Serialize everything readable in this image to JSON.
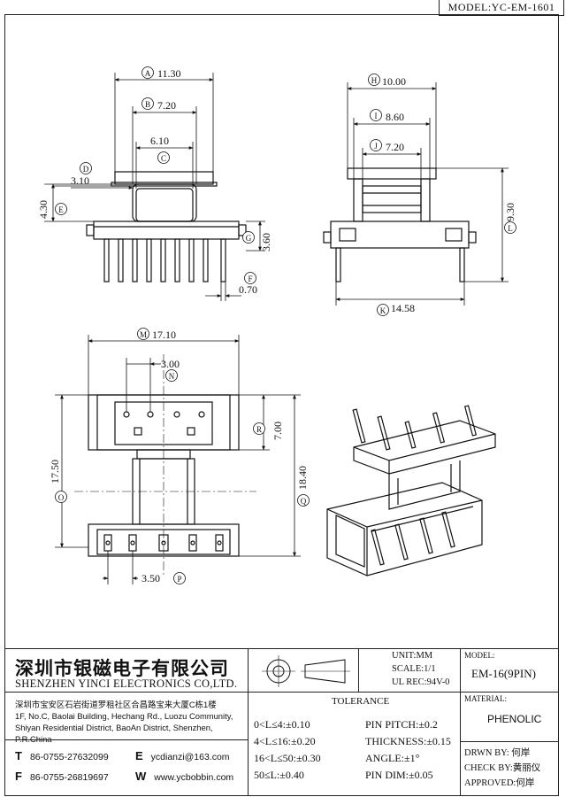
{
  "header": {
    "model_label": "MODEL:YC-EM-1601"
  },
  "dimensions": {
    "A": {
      "letter": "A",
      "value": "11.30"
    },
    "B": {
      "letter": "B",
      "value": "7.20"
    },
    "C": {
      "letter": "C",
      "value": "6.10"
    },
    "D": {
      "letter": "D",
      "value": "3.10"
    },
    "E": {
      "letter": "E",
      "value": "4.30"
    },
    "F": {
      "letter": "F",
      "value": "0.70"
    },
    "G": {
      "letter": "G",
      "value": "3.60"
    },
    "H": {
      "letter": "H",
      "value": "10.00"
    },
    "I": {
      "letter": "I",
      "value": "8.60"
    },
    "J": {
      "letter": "J",
      "value": "7.20"
    },
    "K": {
      "letter": "K",
      "value": "14.58"
    },
    "L": {
      "letter": "L",
      "value": "9.30"
    },
    "M": {
      "letter": "M",
      "value": "17.10"
    },
    "N": {
      "letter": "N",
      "value": "3.00"
    },
    "O": {
      "letter": "O",
      "value": "17.50"
    },
    "P": {
      "letter": "P",
      "value": "3.50"
    },
    "Q": {
      "letter": "Q",
      "value": "18.40"
    },
    "R": {
      "letter": "R",
      "value": "7.00"
    }
  },
  "company": {
    "name_cn": "深圳市银磁电子有限公司",
    "name_en": "SHENZHEN YINCI ELECTRONICS CO,LTD.",
    "address_cn": "深圳市宝安区石岩街道罗租社区合昌路宝来大厦C栋1楼",
    "address_en": "1F, No.C, Baolai Building, Hechang Rd., Luozu Community, Shiyan Residential District, BaoAn District, Shenzhen, P.R.China",
    "tel_letter": "T",
    "tel": "86-0755-27632099",
    "fax_letter": "F",
    "fax": "86-0755-26819697",
    "email_letter": "E",
    "email": "ycdianzi@163.com",
    "web_letter": "W",
    "web": "www.ycbobbin.com"
  },
  "specs": {
    "unit": "UNIT:MM",
    "scale": "SCALE:1/1",
    "ul": "UL REC:94V-0"
  },
  "model": {
    "label": "MODEL:",
    "value": "EM-16(9PIN)"
  },
  "material": {
    "label": "MATERIAL:",
    "value": "PHENOLIC"
  },
  "tolerance": {
    "title": "TOLERANCE",
    "left": [
      "0<L≤4:±0.10",
      "4<L≤16:±0.20",
      "16<L≤50:±0.30",
      "50≤L:±0.40"
    ],
    "right": [
      "PIN PITCH:±0.2",
      "THICKNESS:±0.15",
      "ANGLE:±1°",
      "PIN DIM:±0.05"
    ]
  },
  "approvals": [
    {
      "label": "DRWN BY:",
      "name": "何岸"
    },
    {
      "label": "CHECK BY:",
      "name": "黄丽仪"
    },
    {
      "label": "APPROVED:",
      "name": "何岸"
    }
  ]
}
